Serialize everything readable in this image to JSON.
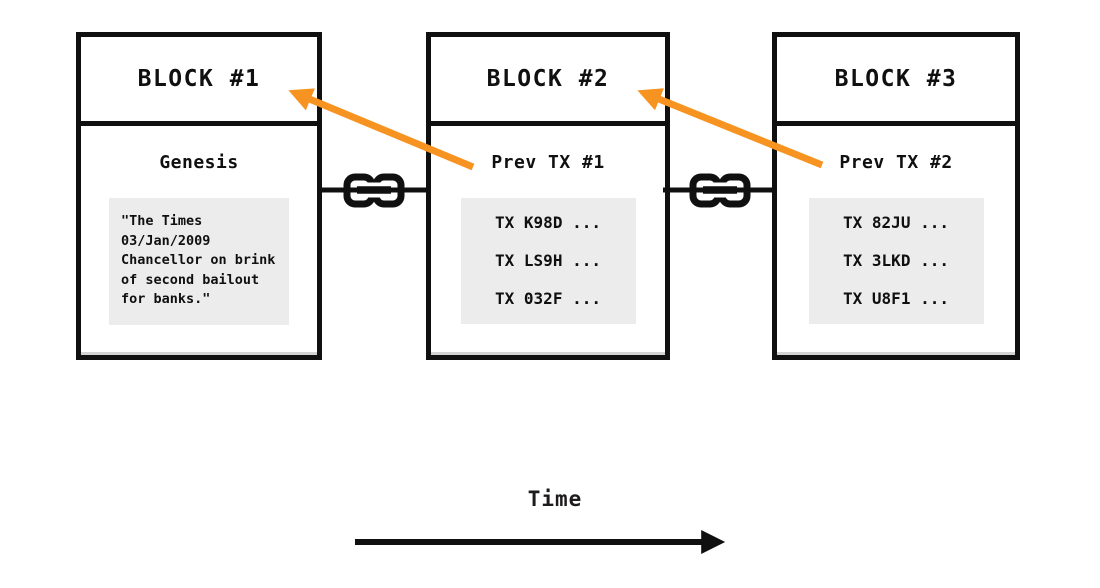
{
  "blocks": [
    {
      "title": "BLOCK #1",
      "subtitle": "Genesis",
      "content_lines": [
        "\"The Times",
        "03/Jan/2009",
        "Chancellor on brink",
        "of second bailout",
        "for banks.\""
      ]
    },
    {
      "title": "BLOCK #2",
      "subtitle": "Prev TX #1",
      "content_lines": [
        "TX K98D ...",
        "TX LS9H ...",
        "TX 032F ..."
      ]
    },
    {
      "title": "BLOCK #3",
      "subtitle": "Prev TX #2",
      "content_lines": [
        "TX 82JU ...",
        "TX 3LKD ...",
        "TX U8F1 ..."
      ]
    }
  ],
  "time_label": "Time",
  "colors": {
    "ink": "#101010",
    "accent_orange": "#F79421",
    "panel_gray": "#ececec"
  }
}
